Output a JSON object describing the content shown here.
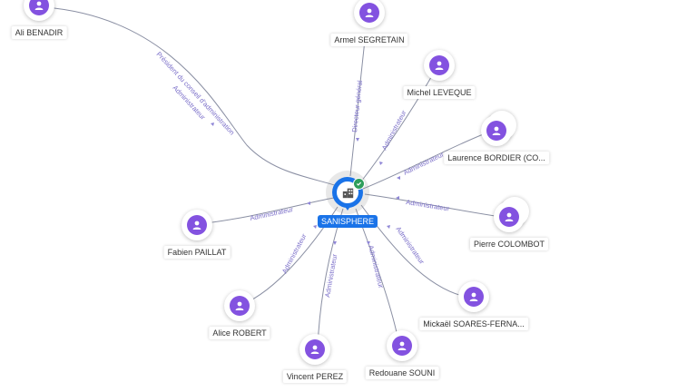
{
  "company": {
    "name": "SANISPHERE"
  },
  "people": [
    {
      "id": "ali",
      "name": "Ali BENADIR"
    },
    {
      "id": "armel",
      "name": "Armel SEGRETAIN"
    },
    {
      "id": "michel",
      "name": "Michel LEVEQUE"
    },
    {
      "id": "laurence",
      "name": "Laurence BORDIER (CO..."
    },
    {
      "id": "pierre",
      "name": "Pierre COLOMBOT"
    },
    {
      "id": "mickael",
      "name": "Mickaël SOARES-FERNA..."
    },
    {
      "id": "redouane",
      "name": "Redouane SOUNI"
    },
    {
      "id": "vincent",
      "name": "Vincent PEREZ"
    },
    {
      "id": "alice",
      "name": "Alice ROBERT"
    },
    {
      "id": "fabien",
      "name": "Fabien PAILLAT"
    }
  ],
  "roles": {
    "ali_1": "Président du conseil d'administration",
    "ali_2": "Administrateur",
    "armel": "Directeur général",
    "michel": "Administrateur",
    "laurence": "Administrateur",
    "pierre": "Administrateur",
    "mickael": "Administrateur",
    "redouane": "Administrateur",
    "vincent": "Administrateur",
    "alice": "Administrateur",
    "fabien": "Administrateur"
  },
  "icons": {
    "person": "person-icon",
    "company": "building-icon",
    "verified": "check-icon"
  },
  "colors": {
    "avatar": "#8352e0",
    "company": "#1a73e8",
    "verified": "#2e9e5b",
    "edge": "#8a8fa3",
    "role_text": "#7b6fc9"
  }
}
